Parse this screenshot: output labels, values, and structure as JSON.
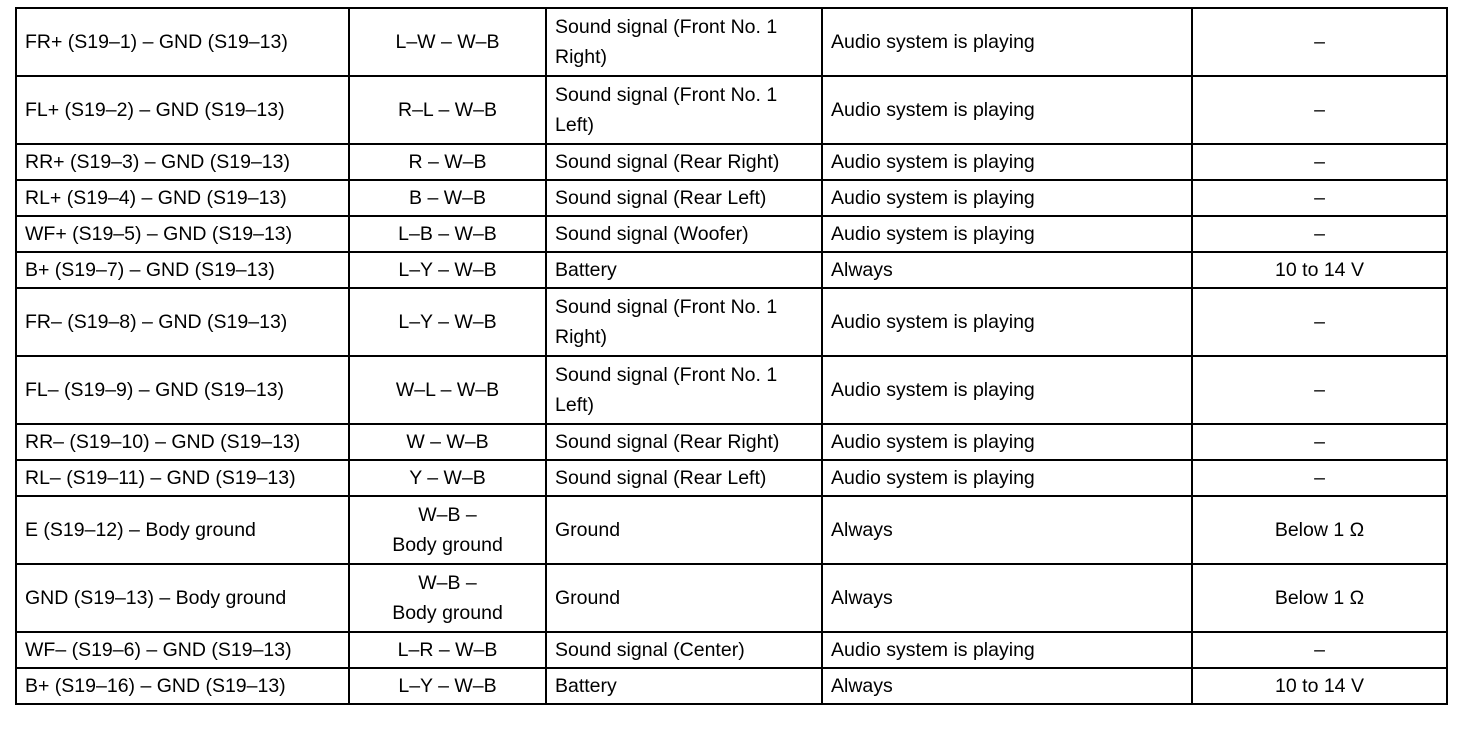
{
  "table": {
    "rows": [
      {
        "terminal": "FR+ (S19–1) – GND (S19–13)",
        "wiring": "L–W – W–B",
        "description": "Sound signal (Front No. 1 Right)",
        "condition": "Audio system is playing",
        "specified": "–"
      },
      {
        "terminal": "FL+ (S19–2) – GND (S19–13)",
        "wiring": "R–L – W–B",
        "description": "Sound signal (Front No. 1 Left)",
        "condition": "Audio system is playing",
        "specified": "–"
      },
      {
        "terminal": "RR+ (S19–3) – GND (S19–13)",
        "wiring": "R – W–B",
        "description": "Sound signal (Rear Right)",
        "condition": "Audio system is playing",
        "specified": "–"
      },
      {
        "terminal": "RL+ (S19–4) – GND (S19–13)",
        "wiring": "B – W–B",
        "description": "Sound signal (Rear Left)",
        "condition": "Audio system is playing",
        "specified": "–"
      },
      {
        "terminal": "WF+ (S19–5) – GND (S19–13)",
        "wiring": "L–B – W–B",
        "description": "Sound signal (Woofer)",
        "condition": "Audio system is playing",
        "specified": "–"
      },
      {
        "terminal": "B+ (S19–7) – GND (S19–13)",
        "wiring": "L–Y – W–B",
        "description": "Battery",
        "condition": "Always",
        "specified": "10 to 14 V"
      },
      {
        "terminal": "FR– (S19–8) – GND (S19–13)",
        "wiring": "L–Y – W–B",
        "description": "Sound signal (Front No. 1 Right)",
        "condition": "Audio system is playing",
        "specified": "–"
      },
      {
        "terminal": "FL– (S19–9) – GND (S19–13)",
        "wiring": "W–L – W–B",
        "description": "Sound signal (Front No. 1 Left)",
        "condition": "Audio system is playing",
        "specified": "–"
      },
      {
        "terminal": "RR– (S19–10) – GND (S19–13)",
        "wiring": "W – W–B",
        "description": "Sound signal (Rear Right)",
        "condition": "Audio system is playing",
        "specified": "–"
      },
      {
        "terminal": "RL– (S19–11) – GND (S19–13)",
        "wiring": "Y – W–B",
        "description": "Sound signal (Rear Left)",
        "condition": "Audio system is playing",
        "specified": "–"
      },
      {
        "terminal": "E (S19–12) – Body ground",
        "wiring_line1": "W–B –",
        "wiring_line2": "Body ground",
        "description": "Ground",
        "condition": "Always",
        "specified": "Below 1 Ω"
      },
      {
        "terminal": "GND (S19–13) – Body ground",
        "wiring_line1": "W–B –",
        "wiring_line2": "Body ground",
        "description": "Ground",
        "condition": "Always",
        "specified": "Below 1 Ω"
      },
      {
        "terminal": "WF– (S19–6) – GND (S19–13)",
        "wiring": "L–R – W–B",
        "description": "Sound signal (Center)",
        "condition": "Audio system is playing",
        "specified": "–"
      },
      {
        "terminal": "B+ (S19–16) – GND (S19–13)",
        "wiring": "L–Y – W–B",
        "description": "Battery",
        "condition": "Always",
        "specified": "10 to 14 V"
      }
    ]
  }
}
